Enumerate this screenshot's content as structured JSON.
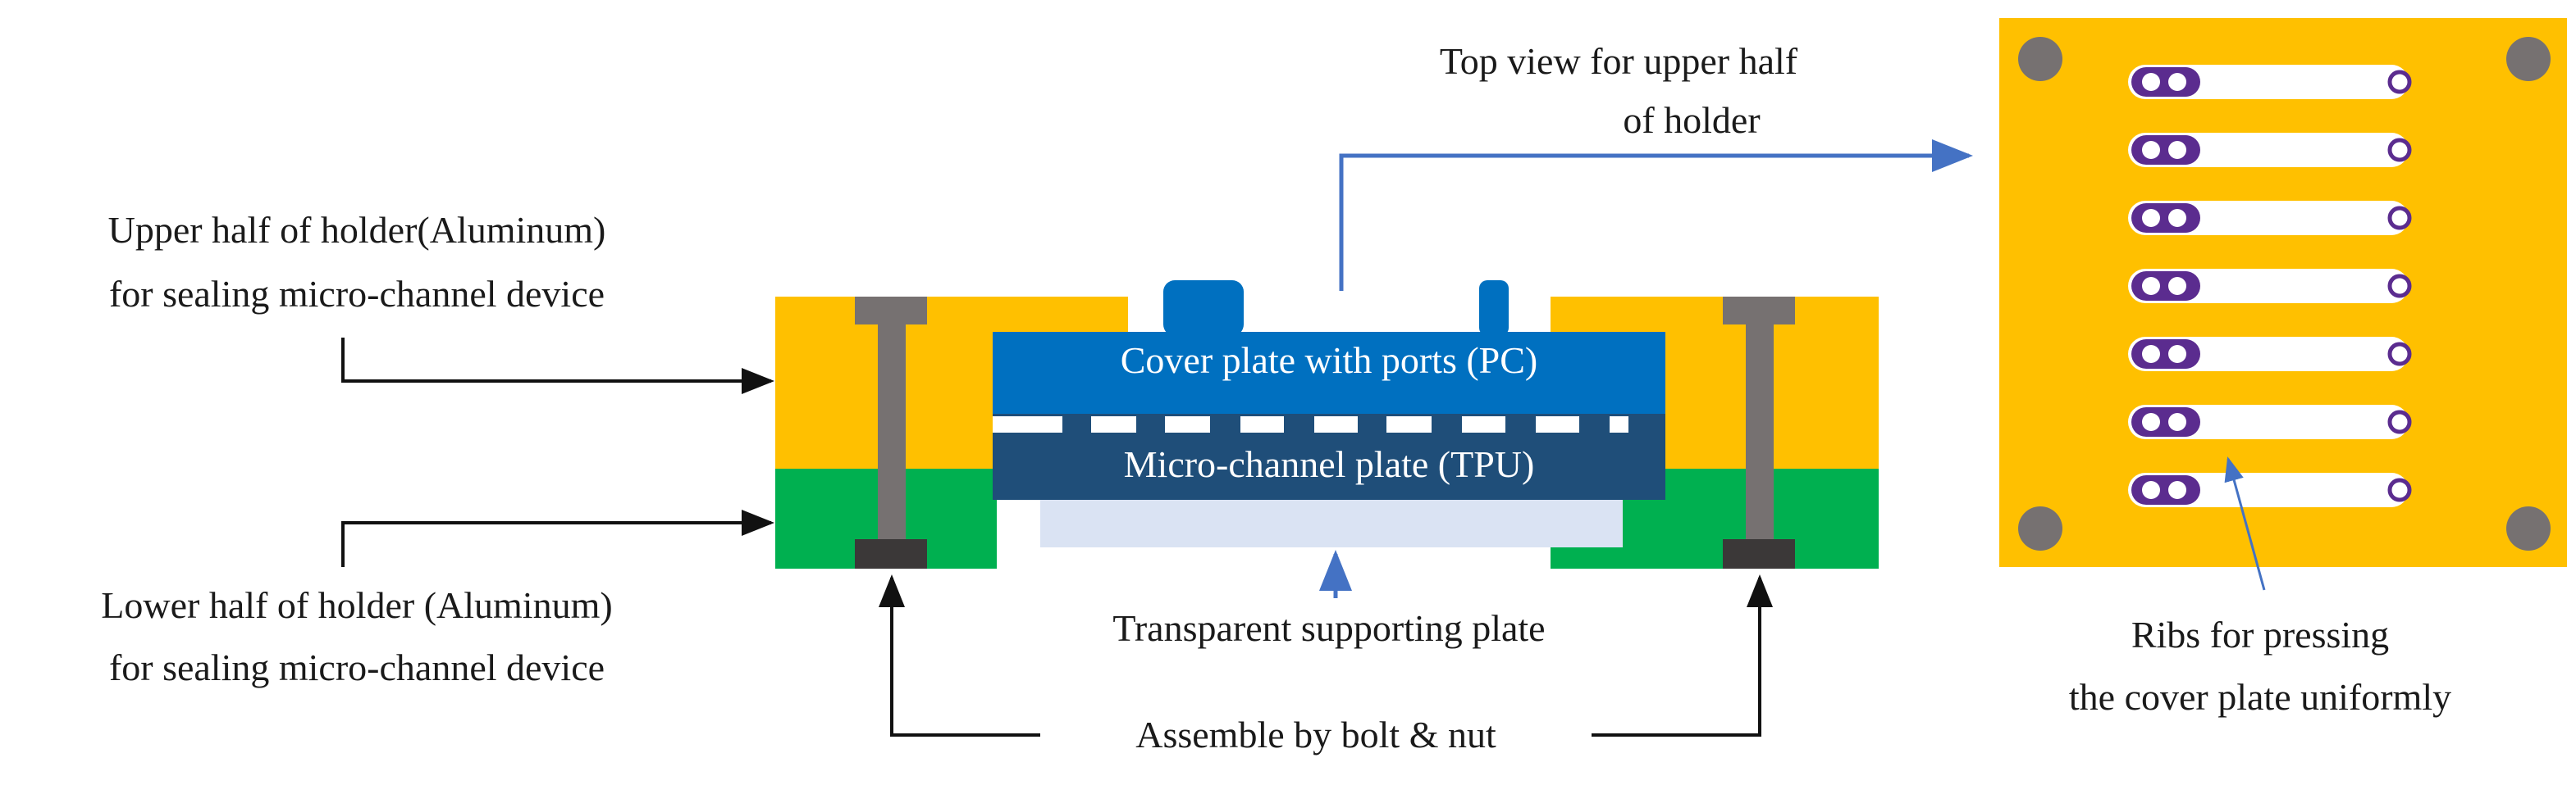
{
  "labels": {
    "upper_holder": [
      "Upper half of holder(Aluminum)",
      "for sealing micro-channel device"
    ],
    "lower_holder": [
      "Lower half of holder (Aluminum)",
      "for sealing micro-channel device"
    ],
    "top_view": [
      "Top view for upper half",
      "of holder"
    ],
    "cover_plate": "Cover plate with ports (PC)",
    "micro_channel_plate": "Micro-channel plate (TPU)",
    "supporting_plate": "Transparent  supporting plate",
    "assemble": "Assemble  by  bolt  &  nut",
    "ribs": [
      "Ribs for pressing",
      "the cover plate uniformly"
    ]
  },
  "colors": {
    "aluminum_upper": "#FFC000",
    "aluminum_lower": "#00B050",
    "bolt": "#767171",
    "nut": "#3B3838",
    "cover_plate": "#0070C0",
    "micro_channel": "#1F4E79",
    "support_plate": "#DAE3F3",
    "arrow_blue": "#4472C4",
    "rib_port": "#5B2C8F"
  },
  "rib_count": 7
}
